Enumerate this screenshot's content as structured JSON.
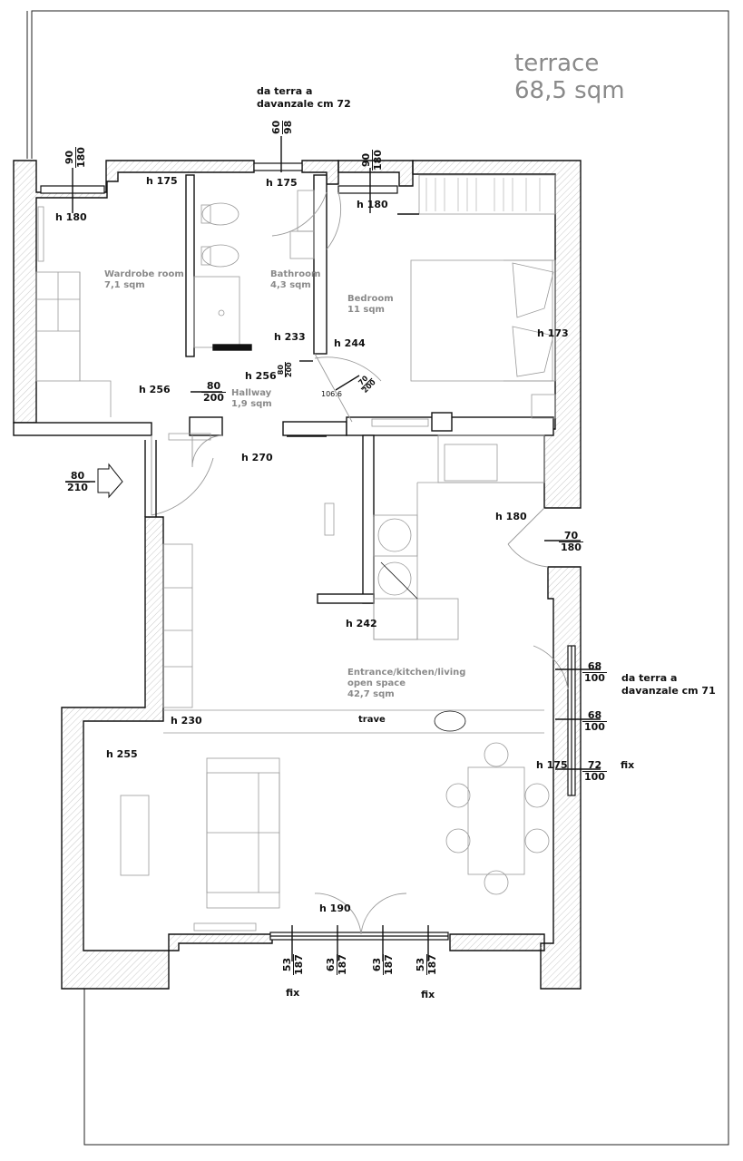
{
  "terrace": {
    "name": "terrace",
    "area": "68,5 sqm"
  },
  "notes": {
    "sill_top_line1": "da terra a",
    "sill_top_line2": "davanzale cm 72",
    "sill_right_line1": "da terra a",
    "sill_right_line2": "davanzale cm 71",
    "fix_right": "fix",
    "fix_bottom_left": "fix",
    "fix_bottom_right": "fix",
    "trave": "trave",
    "door_swing": "106.6"
  },
  "rooms": {
    "wardrobe": {
      "name": "Wardrobe room",
      "area": "7,1 sqm"
    },
    "bathroom": {
      "name": "Bathroom",
      "area": "4,3 sqm"
    },
    "bedroom": {
      "name": "Bedroom",
      "area": "11 sqm"
    },
    "hallway": {
      "name": "Hallway",
      "area": "1,9 sqm"
    },
    "living": {
      "line1": "Entrance/kitchen/living",
      "line2": "open space",
      "area": "42,7 sqm"
    }
  },
  "heights": {
    "h175a": "h 175",
    "h175b": "h 175",
    "h180a": "h 180",
    "h180b": "h 180",
    "h173": "h 173",
    "h233": "h 233",
    "h244": "h 244",
    "h256a": "h 256",
    "h256b": "h 256",
    "h270": "h 270",
    "h180c": "h 180",
    "h242": "h 242",
    "h230": "h 230",
    "h255": "h 255",
    "h175c": "h 175",
    "h190": "h 190"
  },
  "openings": {
    "win_wardrobe": {
      "w": "90",
      "h": "180"
    },
    "win_bath": {
      "w": "60",
      "h": "98"
    },
    "win_bedroom": {
      "w": "90",
      "h": "180"
    },
    "door_hall": {
      "w": "80",
      "h": "200"
    },
    "door_small": {
      "w": "80",
      "h": "200"
    },
    "door_bed": {
      "w": "70",
      "h": "200"
    },
    "entrance": {
      "w": "80",
      "h": "210"
    },
    "door_kitchen": {
      "w": "70",
      "h": "180"
    },
    "win_r1": {
      "w": "68",
      "h": "100"
    },
    "win_r2": {
      "w": "68",
      "h": "100"
    },
    "win_r3": {
      "w": "72",
      "h": "100"
    },
    "win_b1": {
      "w": "53",
      "h": "187"
    },
    "win_b2": {
      "w": "63",
      "h": "187"
    },
    "win_b3": {
      "w": "63",
      "h": "187"
    },
    "win_b4": {
      "w": "53",
      "h": "187"
    }
  }
}
